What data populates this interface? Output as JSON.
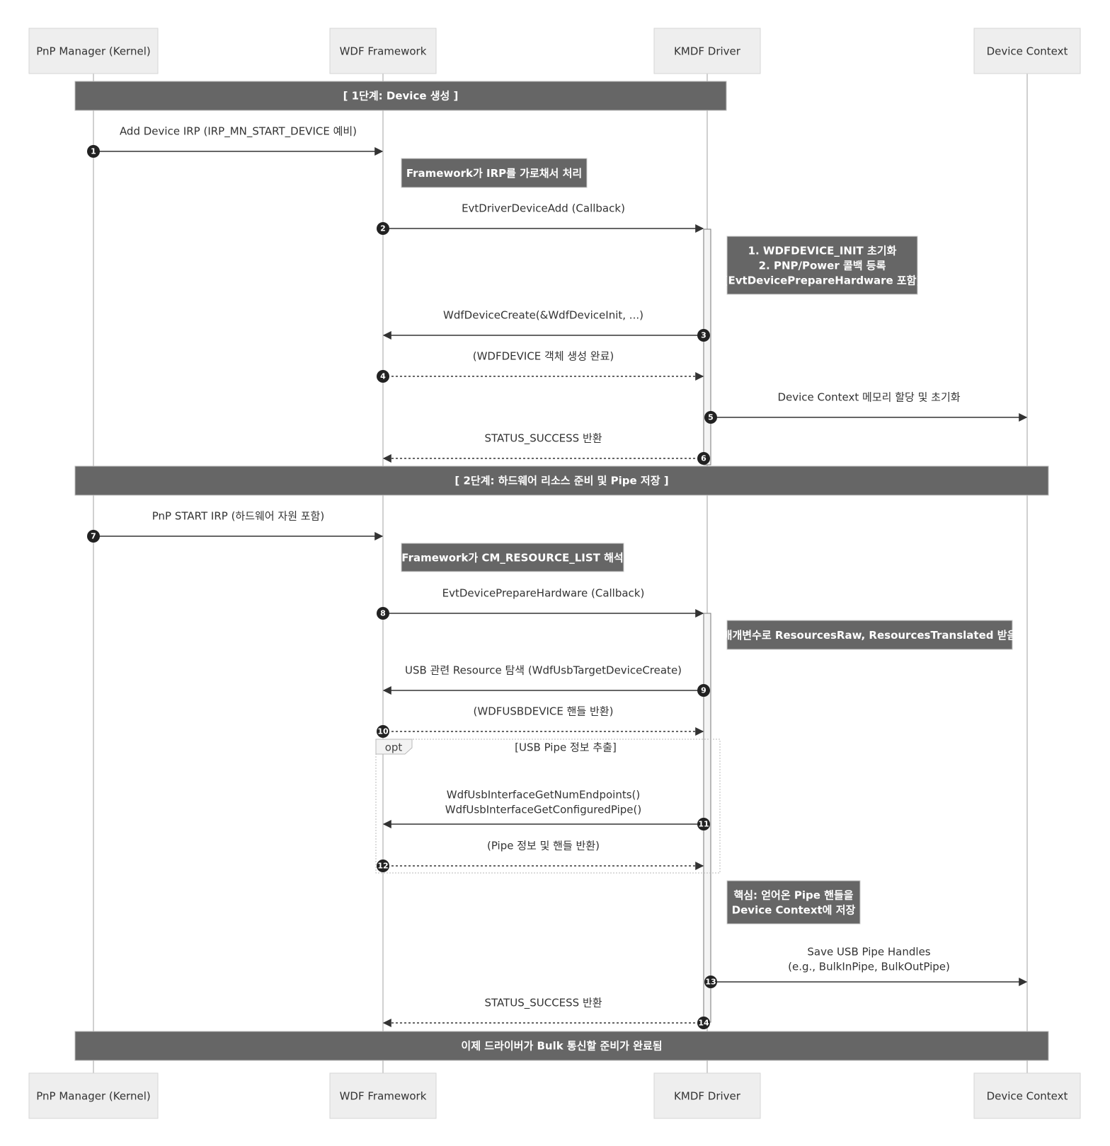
{
  "participants": [
    {
      "id": "pnp",
      "label": "PnP Manager (Kernel)"
    },
    {
      "id": "wdf",
      "label": "WDF Framework"
    },
    {
      "id": "kmdf",
      "label": "KMDF Driver"
    },
    {
      "id": "ctx",
      "label": "Device Context"
    }
  ],
  "bands": [
    {
      "text": "[ 1단계: Device 생성 ]"
    },
    {
      "text": "[ 2단계: 하드웨어 리소스 준비 및 Pipe 저장 ]"
    },
    {
      "text": "이제 드라이버가 Bulk 통신할 준비가 완료됨"
    }
  ],
  "notes": [
    {
      "lines": [
        "Framework가 IRP를 가로채서 처리"
      ]
    },
    {
      "lines": [
        "1. WDFDEVICE_INIT 초기화",
        "2. PNP/Power 콜백 등록",
        "(EvtDevicePrepareHardware 포함)"
      ]
    },
    {
      "lines": [
        "Framework가 CM_RESOURCE_LIST 해석"
      ]
    },
    {
      "lines": [
        "매개변수로 ResourcesRaw, ResourcesTranslated 받음"
      ]
    },
    {
      "lines": [
        "핵심: 얻어온 Pipe 핸들을",
        "Device Context에 저장"
      ]
    }
  ],
  "messages": [
    {
      "n": "1",
      "from": "pnp",
      "to": "wdf",
      "dashed": false,
      "lines": [
        "Add Device IRP (IRP_MN_START_DEVICE 예비)"
      ]
    },
    {
      "n": "2",
      "from": "wdf",
      "to": "kmdf",
      "dashed": false,
      "lines": [
        "EvtDriverDeviceAdd (Callback)"
      ]
    },
    {
      "n": "3",
      "from": "kmdf",
      "to": "wdf",
      "dashed": false,
      "lines": [
        "WdfDeviceCreate(&WdfDeviceInit, ...)"
      ]
    },
    {
      "n": "4",
      "from": "wdf",
      "to": "kmdf",
      "dashed": true,
      "lines": [
        "(WDFDEVICE 객체 생성 완료)"
      ]
    },
    {
      "n": "5",
      "from": "kmdf",
      "to": "ctx",
      "dashed": false,
      "lines": [
        "Device Context 메모리 할당 및 초기화"
      ]
    },
    {
      "n": "6",
      "from": "kmdf",
      "to": "wdf",
      "dashed": true,
      "lines": [
        "STATUS_SUCCESS 반환"
      ]
    },
    {
      "n": "7",
      "from": "pnp",
      "to": "wdf",
      "dashed": false,
      "lines": [
        "PnP START IRP (하드웨어 자원 포함)"
      ]
    },
    {
      "n": "8",
      "from": "wdf",
      "to": "kmdf",
      "dashed": false,
      "lines": [
        "EvtDevicePrepareHardware (Callback)"
      ]
    },
    {
      "n": "9",
      "from": "kmdf",
      "to": "wdf",
      "dashed": false,
      "lines": [
        "USB 관련 Resource 탐색 (WdfUsbTargetDeviceCreate)"
      ]
    },
    {
      "n": "10",
      "from": "wdf",
      "to": "kmdf",
      "dashed": true,
      "lines": [
        "(WDFUSBDEVICE 핸들 반환)"
      ]
    },
    {
      "n": "11",
      "from": "kmdf",
      "to": "wdf",
      "dashed": false,
      "lines": [
        "WdfUsbInterfaceGetNumEndpoints()",
        "WdfUsbInterfaceGetConfiguredPipe()"
      ]
    },
    {
      "n": "12",
      "from": "wdf",
      "to": "kmdf",
      "dashed": true,
      "lines": [
        "(Pipe 정보 및 핸들 반환)"
      ]
    },
    {
      "n": "13",
      "from": "kmdf",
      "to": "ctx",
      "dashed": false,
      "lines": [
        "Save USB Pipe Handles",
        "(e.g., BulkInPipe, BulkOutPipe)"
      ]
    },
    {
      "n": "14",
      "from": "kmdf",
      "to": "wdf",
      "dashed": true,
      "lines": [
        "STATUS_SUCCESS 반환"
      ]
    }
  ],
  "opt_fragment": {
    "keyword": "opt",
    "condition": "[USB Pipe 정보 추출]"
  }
}
